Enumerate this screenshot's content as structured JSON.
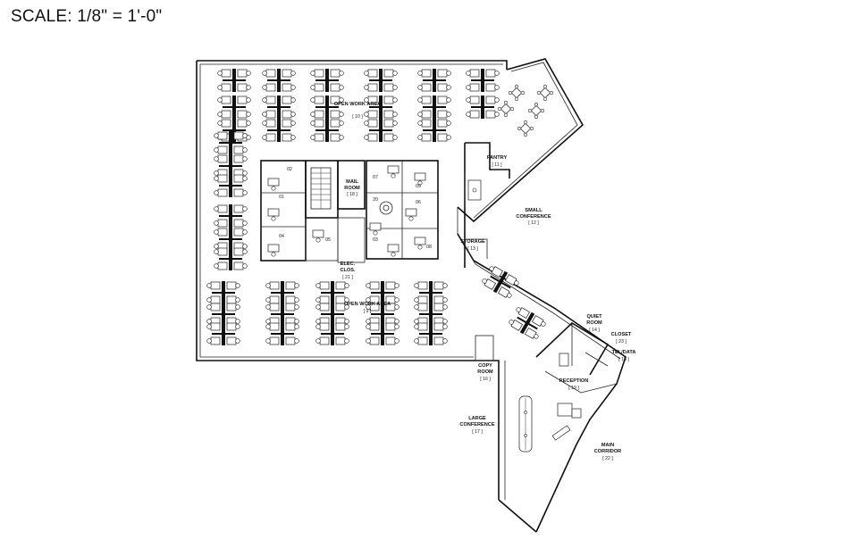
{
  "header": {
    "scale_text": "SCALE: 1/8\" = 1'-0\""
  },
  "rooms": [
    {
      "id": "open-work-north",
      "name": "OPEN WORK AREA",
      "num": "[ 10 ]"
    },
    {
      "id": "pantry",
      "name": "PANTRY",
      "num": "[ 11 ]"
    },
    {
      "id": "small-conference",
      "name_lines": [
        "SMALL",
        "CONFERENCE"
      ],
      "num": "[ 12 ]"
    },
    {
      "id": "storage",
      "name": "STORAGE",
      "num": "[ 13 ]"
    },
    {
      "id": "mail-room",
      "name_lines": [
        "MAIL",
        "ROOM"
      ],
      "num": "[ 18 ]"
    },
    {
      "id": "elec-clos",
      "name_lines": [
        "ELEC.",
        "CLOS."
      ],
      "num": "[ 21 ]"
    },
    {
      "id": "open-work-south",
      "name": "OPEN WORK AREA",
      "num": "[ 9 ]"
    },
    {
      "id": "quiet-room",
      "name_lines": [
        "QUIET",
        "ROOM"
      ],
      "num": "[ 14 ]"
    },
    {
      "id": "closet",
      "name": "CLOSET",
      "num": "[ 23 ]"
    },
    {
      "id": "tel-data",
      "name": "TEL/DATA",
      "num": "[ 15 ]"
    },
    {
      "id": "reception",
      "name": "RECEPTION",
      "num": "[ 19 ]"
    },
    {
      "id": "copy-room",
      "name_lines": [
        "COPY",
        "ROOM"
      ],
      "num": "[ 16 ]"
    },
    {
      "id": "large-conference",
      "name_lines": [
        "LARGE",
        "CONFERENCE"
      ],
      "num": "[ 17 ]"
    },
    {
      "id": "main-corridor",
      "name_lines": [
        "MAIN",
        "CORRIDOR"
      ],
      "num": "[ 22 ]"
    }
  ],
  "offices": [
    "01",
    "02",
    "03",
    "04",
    "05",
    "06",
    "07",
    "08",
    "09",
    "20"
  ]
}
